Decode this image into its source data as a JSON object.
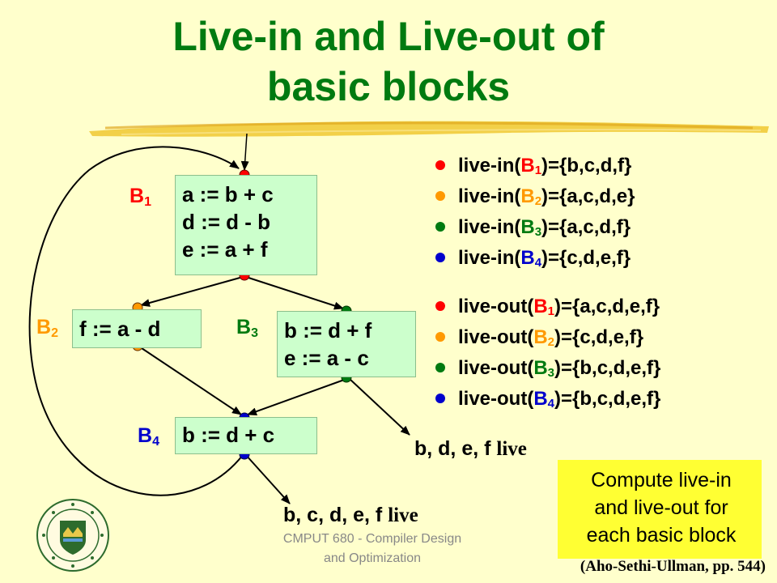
{
  "title": {
    "line1": "Live-in and Live-out of",
    "line2": "basic blocks"
  },
  "blocks": {
    "b1": {
      "label": "B",
      "sub": "1",
      "code": "a := b + c\nd := d - b\ne := a + f"
    },
    "b2": {
      "label": "B",
      "sub": "2",
      "code": "f := a - d"
    },
    "b3": {
      "label": "B",
      "sub": "3",
      "code": "b := d + f\ne := a - c"
    },
    "b4": {
      "label": "B",
      "sub": "4",
      "code": "b := d + c"
    }
  },
  "colors": {
    "b1": "#ff0000",
    "b2": "#ff9900",
    "b3": "#007a10",
    "b4": "#0000cc",
    "title": "#007a10",
    "block_fill": "#ccffcc",
    "compute_fill": "#ffff33"
  },
  "live_in": [
    {
      "pre": "live-in(",
      "b": "B",
      "sub": "1",
      "post": ")={b,c,d,f}",
      "key": "b1"
    },
    {
      "pre": "live-in(",
      "b": "B",
      "sub": "2",
      "post": ")={a,c,d,e}",
      "key": "b2"
    },
    {
      "pre": "live-in(",
      "b": "B",
      "sub": "3",
      "post": ")={a,c,d,f}",
      "key": "b3"
    },
    {
      "pre": "live-in(",
      "b": "B",
      "sub": "4",
      "post": ")={c,d,e,f}",
      "key": "b4"
    }
  ],
  "live_out": [
    {
      "pre": "live-out(",
      "b": "B",
      "sub": "1",
      "post": ")={a,c,d,e,f}",
      "key": "b1"
    },
    {
      "pre": "live-out(",
      "b": "B",
      "sub": "2",
      "post": ")={c,d,e,f}",
      "key": "b2"
    },
    {
      "pre": "live-out(",
      "b": "B",
      "sub": "3",
      "post": ")={b,c,d,e,f}",
      "key": "b3"
    },
    {
      "pre": "live-out(",
      "b": "B",
      "sub": "4",
      "post": ")={b,c,d,e,f}",
      "key": "b4"
    }
  ],
  "exit_notes": {
    "b3": {
      "vars": "b, d, e, f",
      "word": "live"
    },
    "b4": {
      "vars": "b, c, d, e, f",
      "word": "live"
    }
  },
  "compute_box": {
    "line1": "Compute live-in",
    "line2": "and live-out for",
    "line3": "each basic block"
  },
  "footer": {
    "line1": "CMPUT 680 - Compiler Design",
    "line2": "and Optimization"
  },
  "citation": "(Aho-Sethi-Ullman, pp. 544)"
}
